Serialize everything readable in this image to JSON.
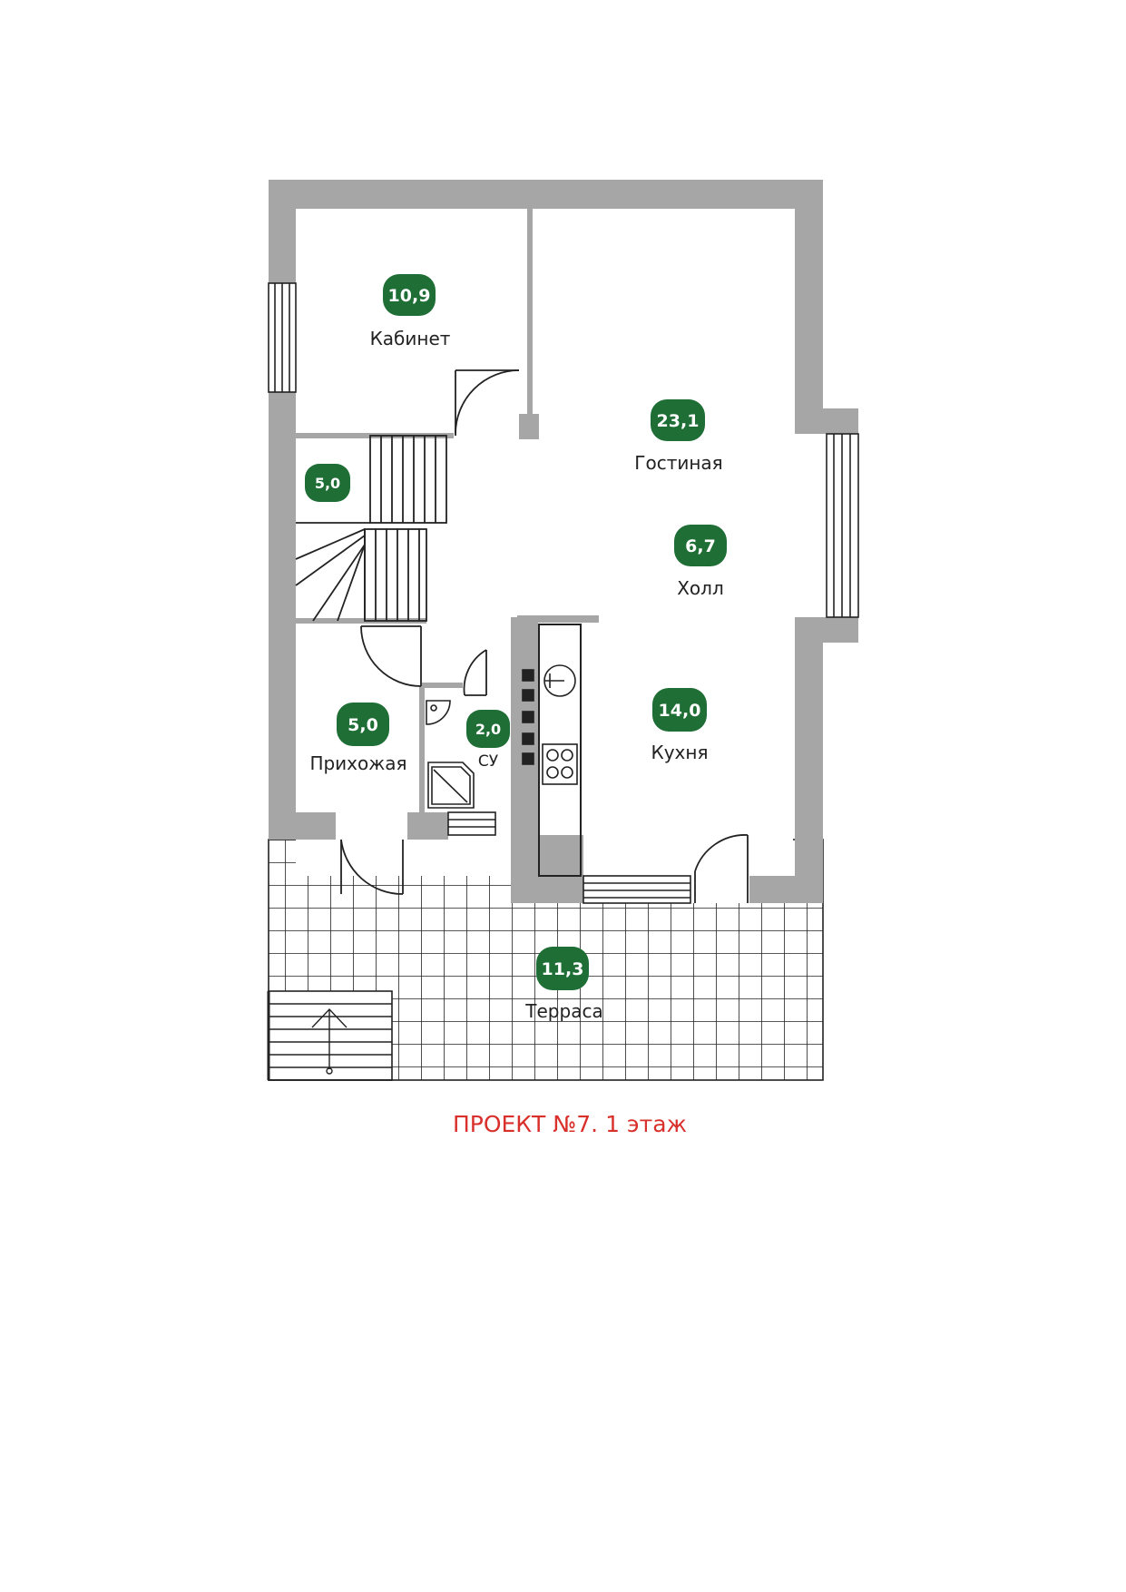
{
  "colors": {
    "wall": "#a6a6a6",
    "badge": "#1e6e35",
    "caption": "#d9302b",
    "line": "#222222"
  },
  "rooms": [
    {
      "key": "kabinet",
      "area": "10,9",
      "label": "Кабинет"
    },
    {
      "key": "stair",
      "area": "5,0",
      "label": ""
    },
    {
      "key": "gostinaya",
      "area": "23,1",
      "label": "Гостиная"
    },
    {
      "key": "holl",
      "area": "6,7",
      "label": "Холл"
    },
    {
      "key": "prihozhaya",
      "area": "5,0",
      "label": "Прихожая"
    },
    {
      "key": "su",
      "area": "2,0",
      "label": "СУ"
    },
    {
      "key": "kuhnya",
      "area": "14,0",
      "label": "Кухня"
    },
    {
      "key": "terrasa",
      "area": "11,3",
      "label": "Терраса"
    }
  ],
  "caption": "ПРОЕКТ №7. 1 этаж"
}
